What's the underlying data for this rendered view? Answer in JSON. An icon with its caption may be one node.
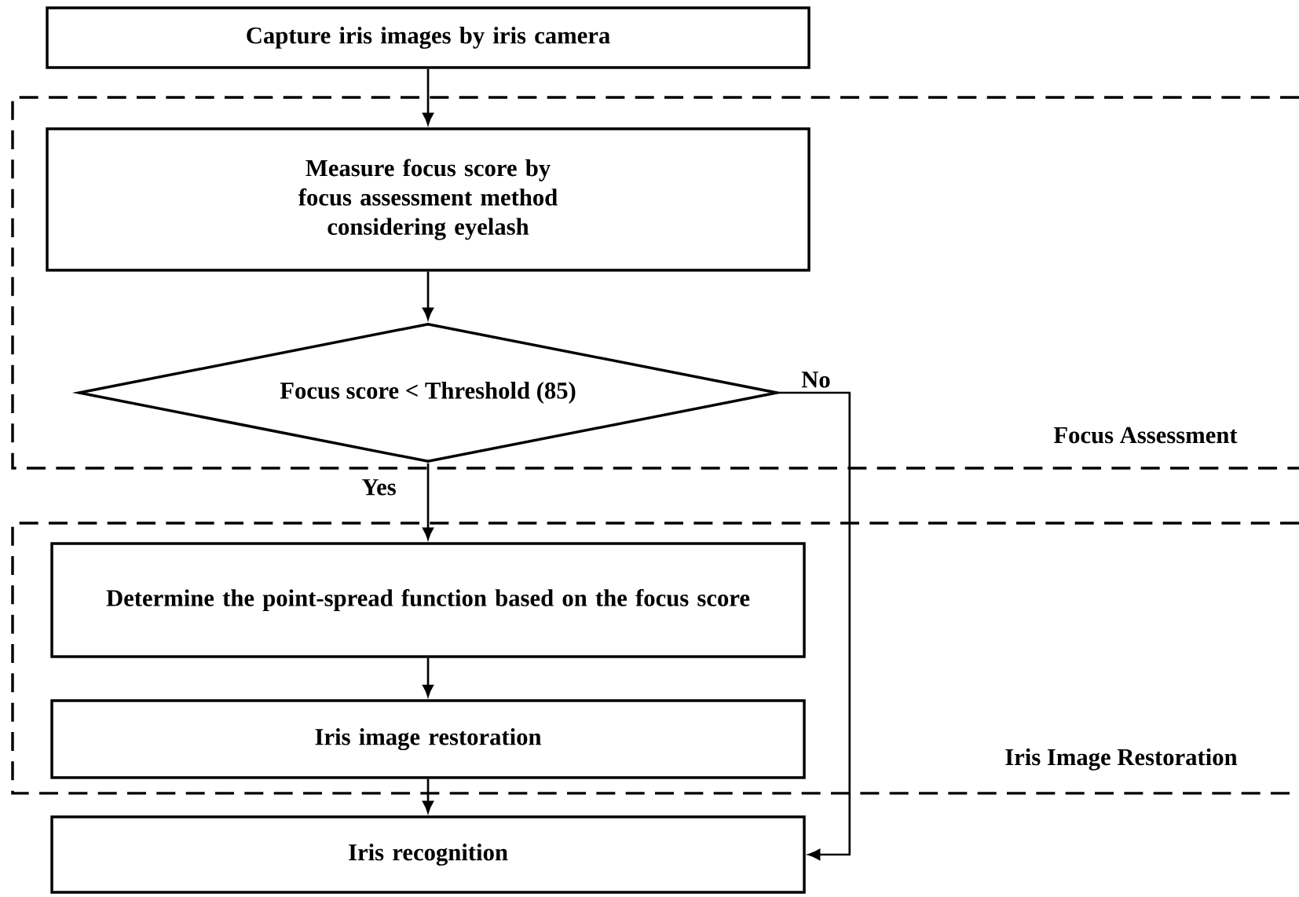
{
  "diagram": {
    "nodes": [
      {
        "text": [
          "Capture iris images by iris camera"
        ]
      },
      {
        "text": [
          "Focus Assessment"
        ]
      },
      {
        "text": [
          "Measure focus score by focus assessment method considering eyelash"
        ],
        "in": 1
      },
      {
        "text": [
          "Focus score < Threshold (85)"
        ],
        "in": 1
      },
      {
        "text": [
          "Iris Image Restoration"
        ]
      },
      {
        "text": [
          "Determine the point-spread function based on the focus score"
        ],
        "in": 4
      },
      {
        "text": [
          "Iris image restoration"
        ],
        "in": 4
      },
      {
        "text": [
          "Iris recognition"
        ]
      }
    ],
    "edges": [
      {
        "from": 0,
        "to": 2,
        "arrow": "to"
      },
      {
        "from": 2,
        "to": 3,
        "arrow": "to"
      },
      {
        "from": 3,
        "to": 5,
        "arrow": "to",
        "label": "Yes"
      },
      {
        "from": 5,
        "to": 6,
        "arrow": "to"
      },
      {
        "from": 6,
        "to": 7,
        "arrow": "to"
      },
      {
        "from": 3,
        "to": 7,
        "arrow": "to",
        "label": "No"
      }
    ]
  }
}
